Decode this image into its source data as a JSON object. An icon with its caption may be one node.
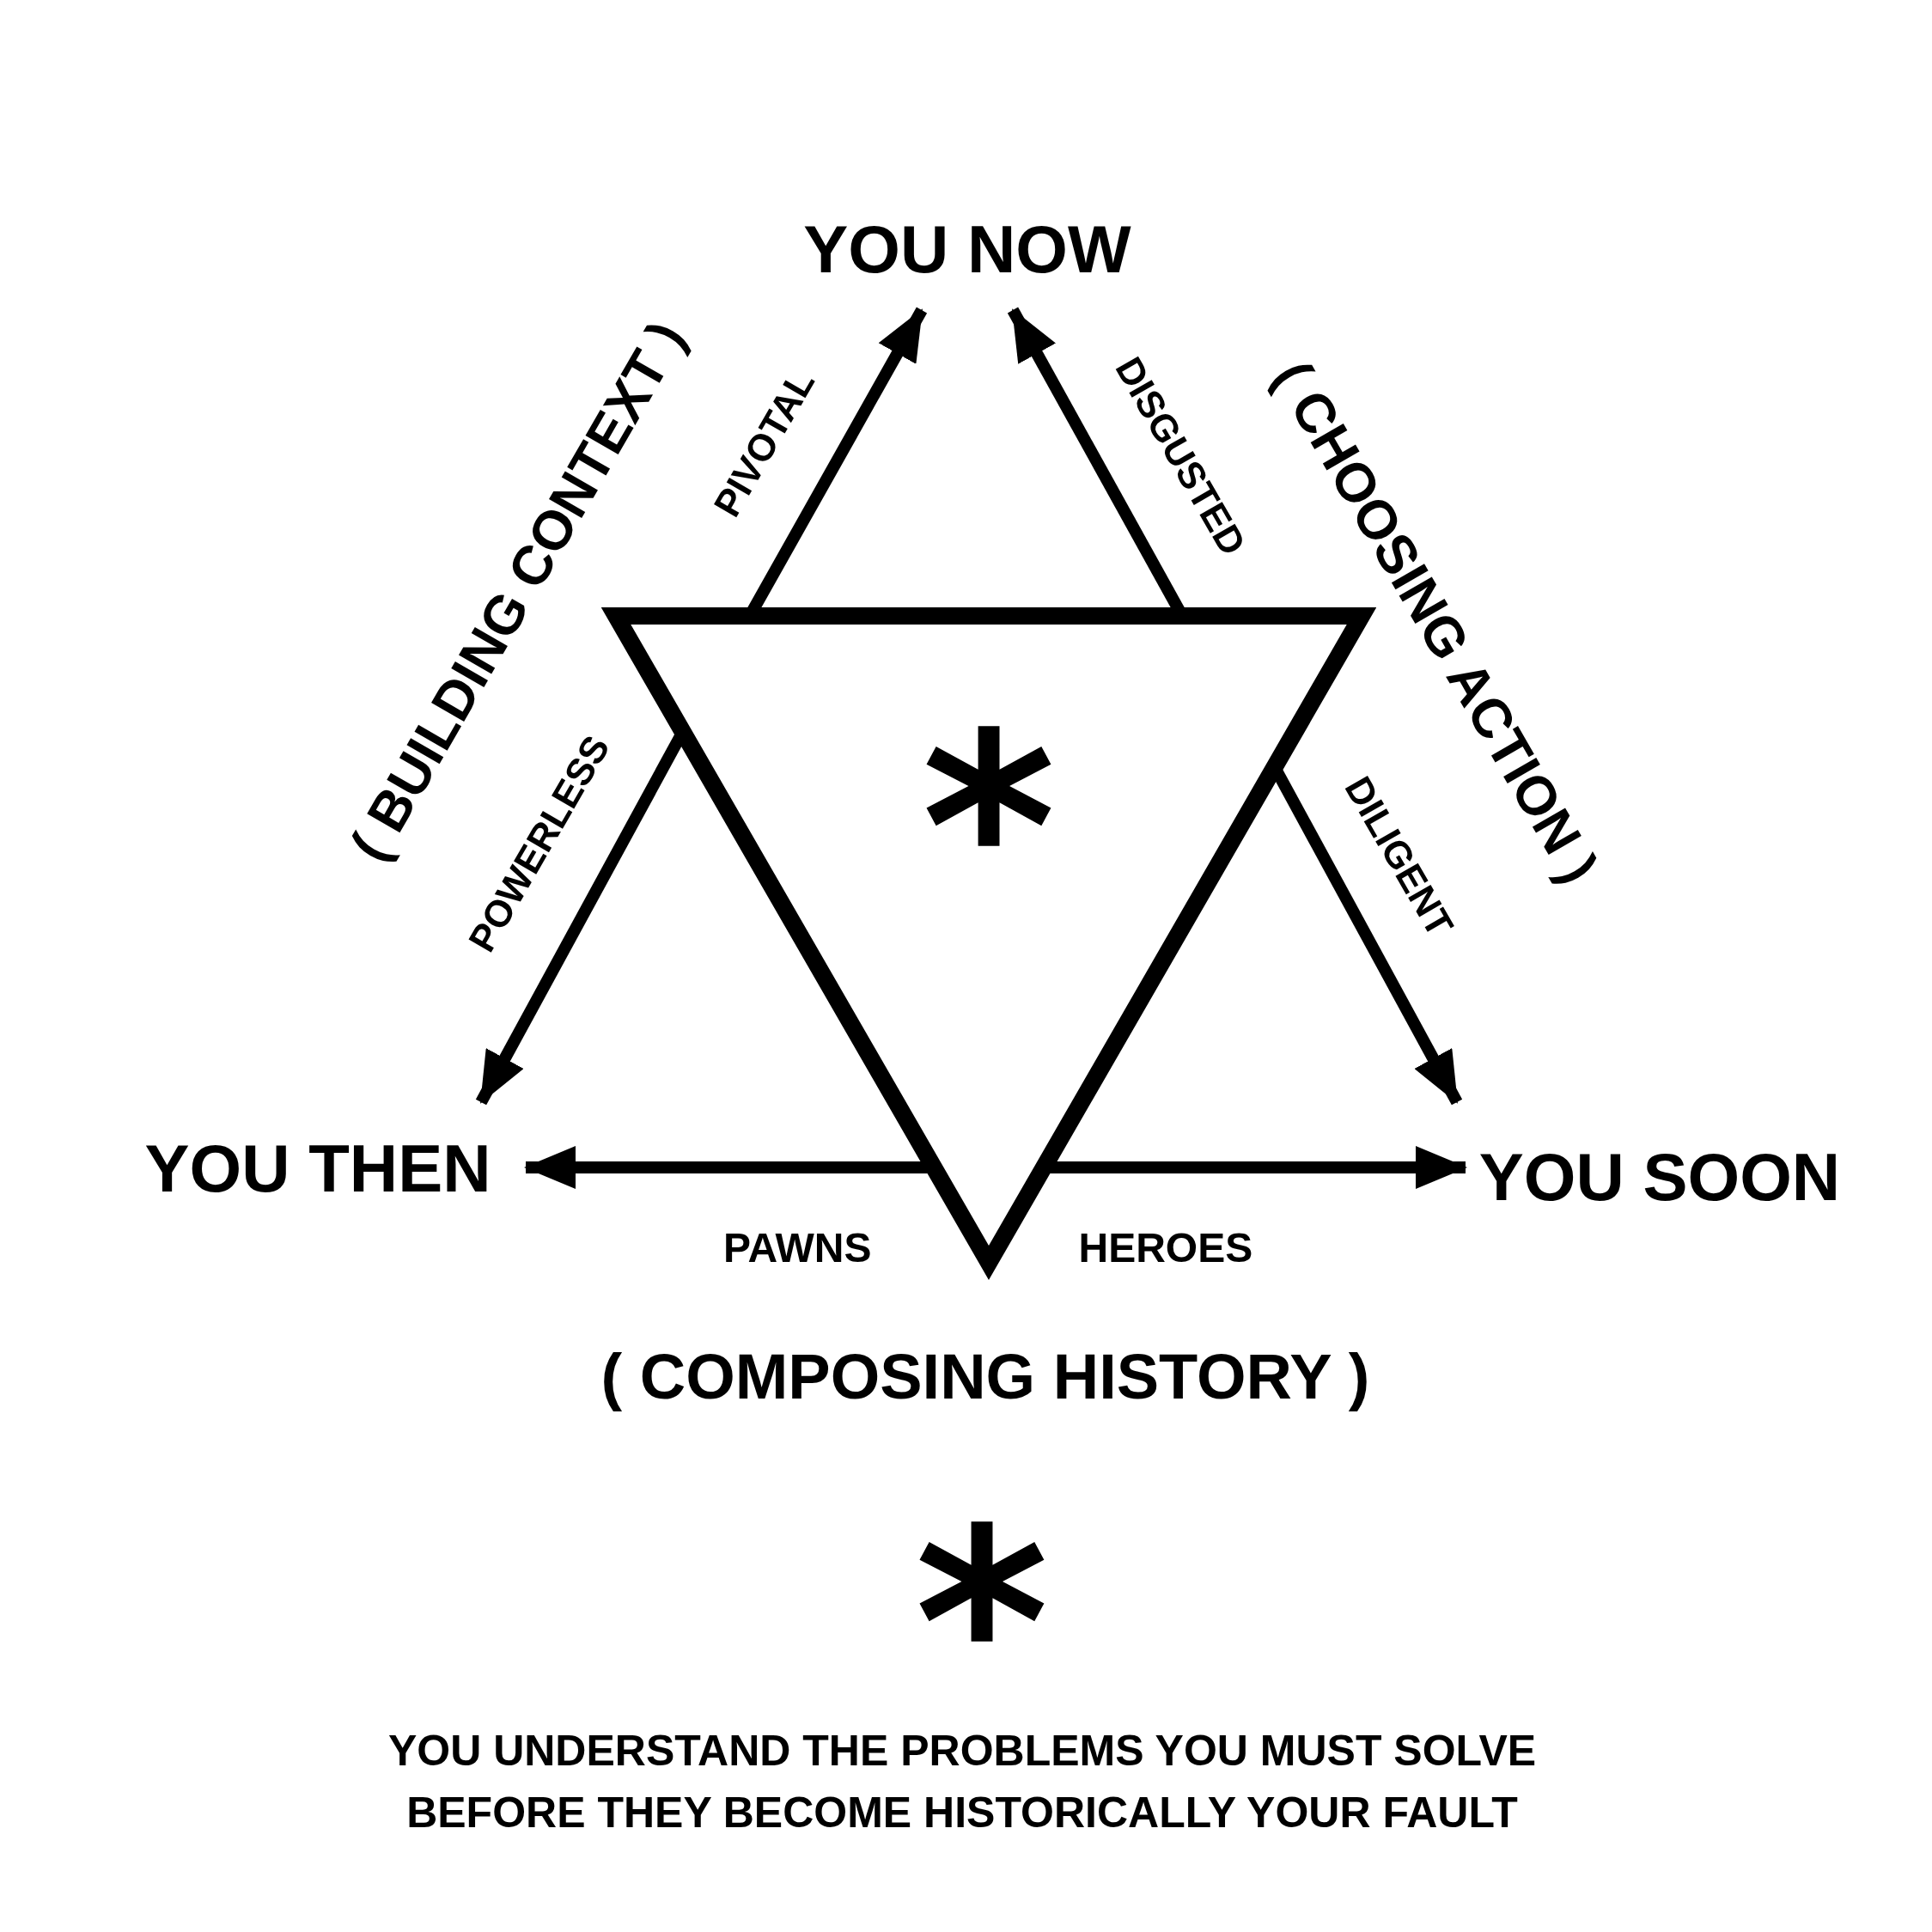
{
  "diagram": {
    "nodes": [
      {
        "text": [
          "YOU NOW"
        ]
      },
      {
        "text": [
          "*"
        ]
      },
      {
        "text": [
          "YOU THEN"
        ]
      },
      {
        "text": [
          "YOU SOON"
        ]
      }
    ],
    "edges": [
      {
        "from": 1,
        "to": 0,
        "arrow": "to",
        "label": "PIVOTAL"
      },
      {
        "from": 1,
        "to": 0,
        "arrow": "to",
        "label": "DISGUSTED"
      },
      {
        "from": 1,
        "to": 2,
        "arrow": "to",
        "label": "POWERLESS"
      },
      {
        "from": 1,
        "to": 3,
        "arrow": "to",
        "label": "DILIGENT"
      },
      {
        "from": 1,
        "to": 2,
        "arrow": "to",
        "label": "PAWNS"
      },
      {
        "from": 1,
        "to": 3,
        "arrow": "to",
        "label": "HEROES"
      }
    ],
    "labels": [
      "( BUILDING CONTEXT )",
      "( CHOOSING ACTION )",
      "( COMPOSING HISTORY )",
      "*",
      "YOU UNDERSTAND THE PROBLEMS YOU MUST SOLVE BEFORE THEY BECOME HISTORICALLY YOUR FAULT"
    ]
  }
}
